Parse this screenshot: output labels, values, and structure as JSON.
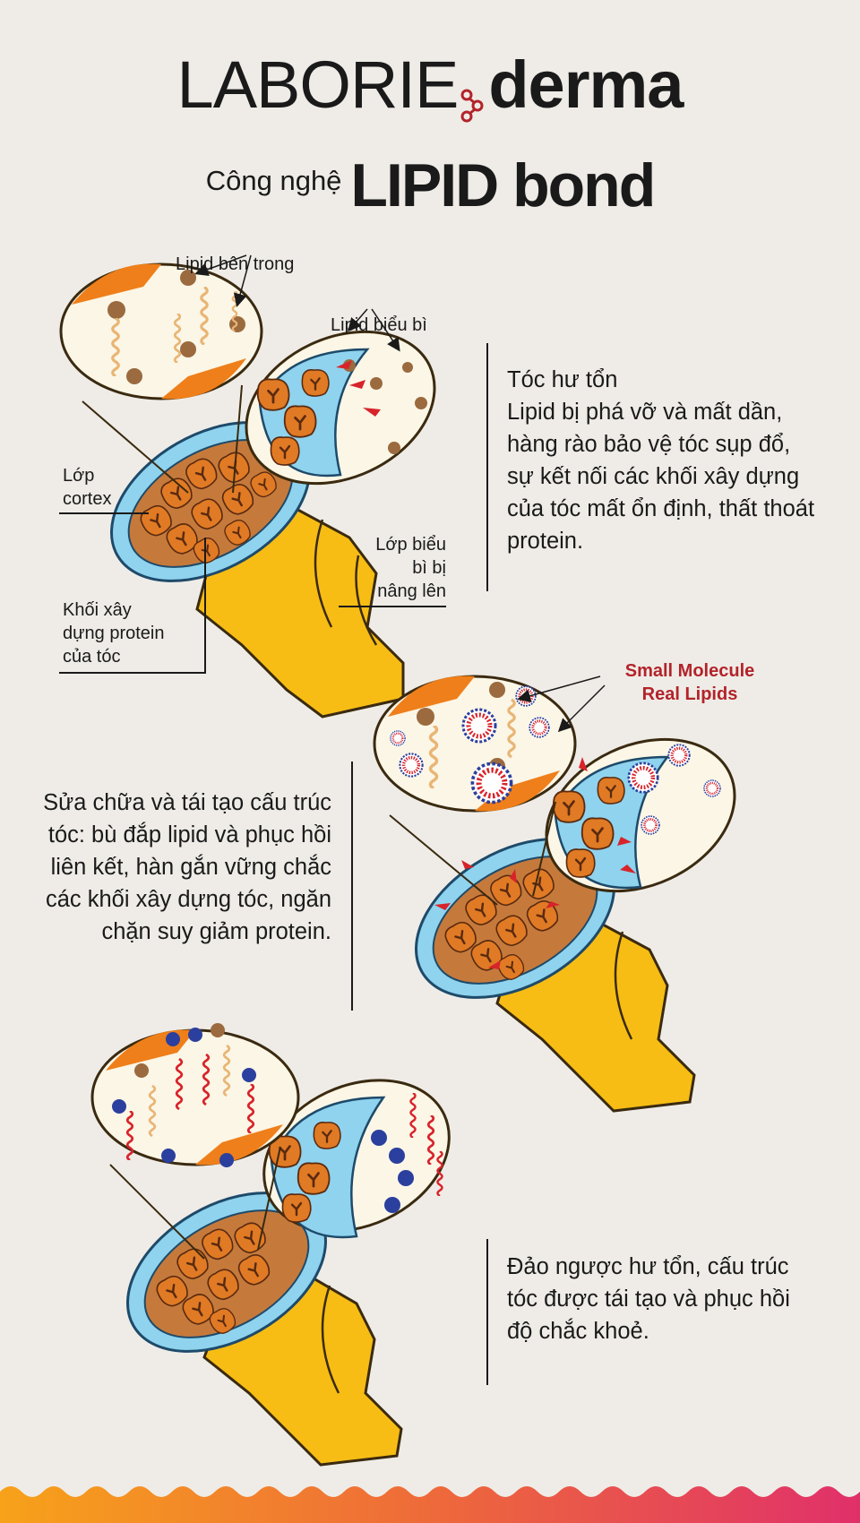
{
  "brand": {
    "part1": "LABORIE",
    "part2": "derma",
    "accent": "#b3232a"
  },
  "headline": {
    "prefix": "Công nghệ",
    "title": "LIPID bond"
  },
  "stage1": {
    "labels": {
      "internal_lipid": "Lipid bên trong",
      "cuticle_lipid": "Lipid biểu bì",
      "cortex": "Lớp\ncortex",
      "cuticle_lifted": "Lớp biểu\nbì bị\nnâng lên",
      "protein_blocks": "Khối xây\ndựng protein\ncủa tóc"
    },
    "description": "Tóc hư tổn\nLipid bị phá vỡ và mất dần, hàng rào bảo vệ tóc sụp đổ, sự kết nối các khối xây dựng của tóc mất ổn định, thất thoát protein."
  },
  "stage2": {
    "label": "Small Molecule\nReal Lipids",
    "description": "Sửa chữa và tái tạo cấu trúc tóc: bù đắp lipid và phục hồi liên kết, hàn gắn vững chắc các khối xây dựng tóc, ngăn chặn suy giảm protein."
  },
  "stage3": {
    "description": "Đảo ngược hư tổn, cấu trúc tóc được tái tạo và phục hồi độ chắc khoẻ."
  },
  "colors": {
    "background": "#efece7",
    "cortex_blue": "#8fd3ee",
    "block_orange": "#e07a24",
    "shaft_yellow": "#f7bd14",
    "lipid_brown": "#9b6a3e",
    "repair_red": "#d8232a",
    "repair_blue": "#2b3f9e"
  }
}
